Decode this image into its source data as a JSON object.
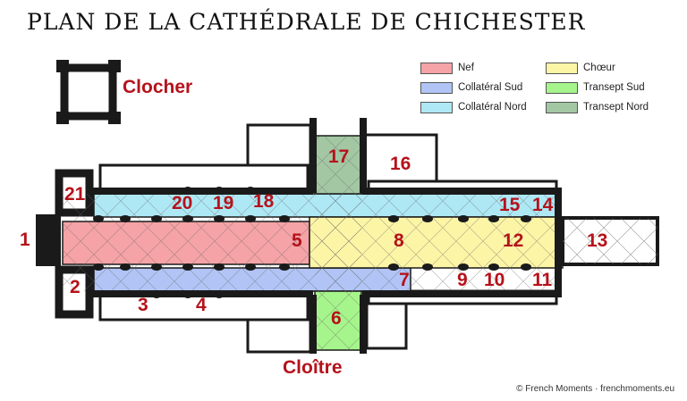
{
  "title": "PLAN DE LA CATHÉDRALE DE CHICHESTER",
  "legend": [
    {
      "label": "Nef",
      "color": "#f5a3a6"
    },
    {
      "label": "Collatéral Sud",
      "color": "#b1c4f5"
    },
    {
      "label": "Collatéral Nord",
      "color": "#aee8f5"
    },
    {
      "label": "Chœur",
      "color": "#fcf5a6"
    },
    {
      "label": "Transept Sud",
      "color": "#a6f58c"
    },
    {
      "label": "Transept Nord",
      "color": "#a3c7a3"
    }
  ],
  "labels": {
    "bell_tower": "Clocher",
    "cloister": "Cloître"
  },
  "numbers": [
    "1",
    "2",
    "3",
    "4",
    "5",
    "6",
    "7",
    "8",
    "9",
    "10",
    "11",
    "12",
    "13",
    "14",
    "15",
    "16",
    "17",
    "18",
    "19",
    "20",
    "21"
  ],
  "credit": "© French Moments · frenchmoments.eu",
  "colors": {
    "label_red": "#b5121b",
    "wall": "#1a1a1a"
  }
}
